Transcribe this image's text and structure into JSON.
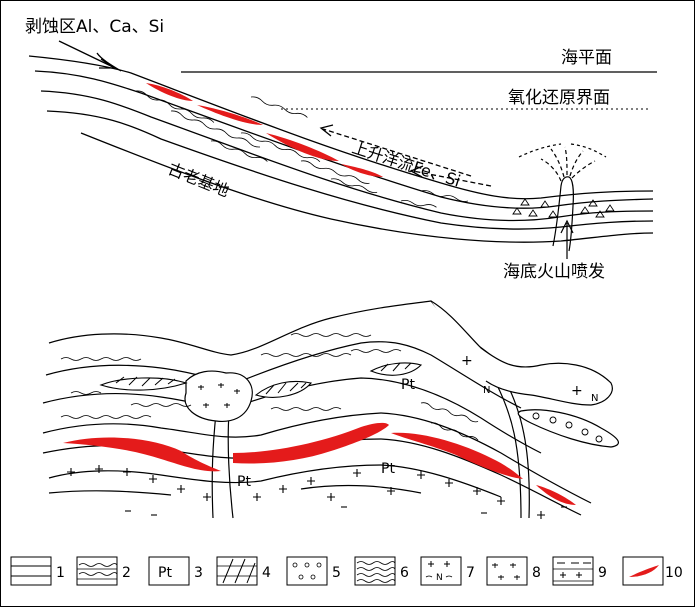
{
  "upper": {
    "erosion_label": "剥蚀区Al、Ca、Si",
    "sea_level_label": "海平面",
    "redox_label": "氧化还原界面",
    "upwelling_label": "上升洋流Fe、Si",
    "basement_label": "古老基地",
    "volcano_label": "海底火山喷发"
  },
  "lower": {
    "pt_labels": [
      "Pt",
      "Pt",
      "Pt"
    ],
    "n_labels": [
      "N",
      "N"
    ],
    "plus_labels": [
      "+",
      "+"
    ]
  },
  "legend": {
    "items": [
      {
        "num": "1",
        "icon": "parallel-lines-icon"
      },
      {
        "num": "2",
        "icon": "wavy-lines-icon"
      },
      {
        "num": "3",
        "icon": "pt-box-icon",
        "text": "Pt"
      },
      {
        "num": "4",
        "icon": "hatched-lens-icon"
      },
      {
        "num": "5",
        "icon": "dotted-circles-icon"
      },
      {
        "num": "6",
        "icon": "dense-wavy-icon"
      },
      {
        "num": "7",
        "icon": "plus-n-icon",
        "text": "N"
      },
      {
        "num": "8",
        "icon": "tick-marks-icon"
      },
      {
        "num": "9",
        "icon": "plus-dash-icon"
      },
      {
        "num": "10",
        "icon": "red-lens-icon"
      }
    ]
  }
}
